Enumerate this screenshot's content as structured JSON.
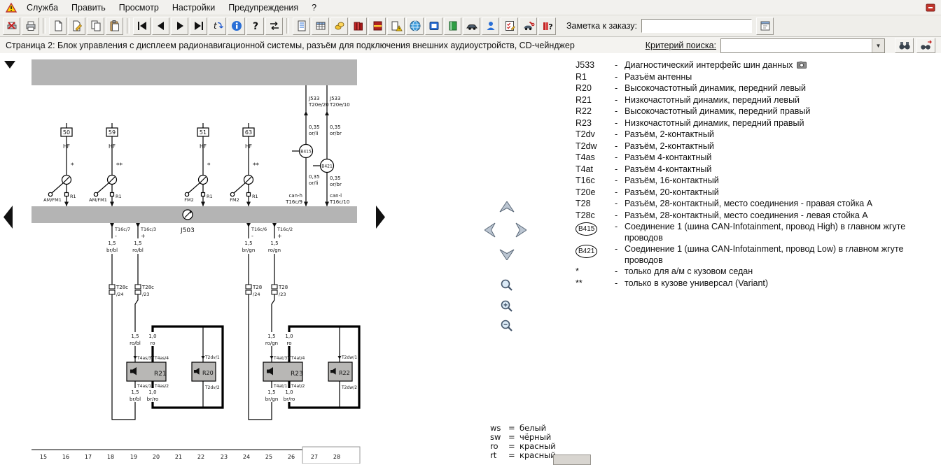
{
  "menu": {
    "items": [
      "Служба",
      "Править",
      "Просмотр",
      "Настройки",
      "Предупреждения",
      "?"
    ]
  },
  "toolbar": {
    "note_label": "Заметка к заказу:",
    "note_value": "",
    "button_icons": [
      "print-cancel",
      "print",
      "new-document",
      "edit-document",
      "copy",
      "paste",
      "nav-first",
      "nav-back",
      "nav-forward",
      "nav-last",
      "history",
      "info",
      "help",
      "swap-view",
      "document-view",
      "table-view",
      "costs",
      "manuals",
      "repair-group",
      "bulletins",
      "web",
      "systems",
      "service-book",
      "vehicle-data",
      "customer",
      "order-check",
      "workshop",
      "reference-books",
      "order-form"
    ]
  },
  "statusbar": {
    "page_text": "Страница 2: Блок управления с дисплеем радионавигационной системы, разъём для подключения внешних аудиоустройств, CD-чейнджер",
    "search_label": "Критерий поиска:",
    "search_value": ""
  },
  "legend": {
    "dash": "-",
    "rows": [
      {
        "code": "J533",
        "desc": "Диагностический интерфейс шин данных"
      },
      {
        "code": "R1",
        "desc": "Разъём антенны"
      },
      {
        "code": "R20",
        "desc": "Высокочастотный динамик, передний левый"
      },
      {
        "code": "R21",
        "desc": "Низкочастотный динамик, передний левый"
      },
      {
        "code": "R22",
        "desc": "Высокочастотный динамик, передний правый"
      },
      {
        "code": "R23",
        "desc": "Низкочастотный динамик, передний правый"
      },
      {
        "code": "T2dv",
        "desc": "Разъём, 2-контактный"
      },
      {
        "code": "T2dw",
        "desc": "Разъём, 2-контактный"
      },
      {
        "code": "T4as",
        "desc": "Разъём 4-контактный"
      },
      {
        "code": "T4at",
        "desc": "Разъём 4-контактный"
      },
      {
        "code": "T16c",
        "desc": "Разъём, 16-контактный"
      },
      {
        "code": "T20e",
        "desc": "Разъём, 20-контактный"
      },
      {
        "code": "T28",
        "desc": "Разъём, 28-контактный, место соединения - правая стойка А"
      },
      {
        "code": "T28c",
        "desc": "Разъём, 28-контактный, место соединения - левая стойка А"
      },
      {
        "code": "B415",
        "desc": "Соединение 1 (шина CAN-Infotainment, провод High) в главном жгуте проводов"
      },
      {
        "code": "B421",
        "desc": "Соединение 1 (шина CAN-Infotainment, провод Low) в главном жгуте проводов"
      },
      {
        "code": "*",
        "desc": "только для а/м с кузовом седан"
      },
      {
        "code": "**",
        "desc": "только в кузове универсал (Variant)"
      }
    ]
  },
  "color_key": {
    "eq": "=",
    "rows": [
      {
        "abbr": "ws",
        "name": "белый"
      },
      {
        "abbr": "sw",
        "name": "чёрный"
      },
      {
        "abbr": "ro",
        "name": "красный"
      },
      {
        "abbr": "rt",
        "name": "красный"
      }
    ]
  },
  "diagram": {
    "can_a": {
      "ref": "J533",
      "pin_top": "T20e/20",
      "gauge1": "0,35",
      "color1": "or/li",
      "junction": "B415",
      "gauge2": "0,35",
      "color2": "or/li",
      "signal": "can-h",
      "pin_bot": "T16c/9"
    },
    "can_b": {
      "ref": "J533",
      "pin_top": "T20e/10",
      "gauge1": "0,35",
      "color1": "or/br",
      "junction": "B421",
      "gauge2": "0,35",
      "color2": "or/br",
      "signal": "can-l",
      "pin_bot": "T16c/10"
    },
    "antennas": [
      {
        "num": "50",
        "type": "HF",
        "mark": "*",
        "tap": "AM/FM1",
        "conn": "R1"
      },
      {
        "num": "59",
        "type": "HF",
        "mark": "**",
        "tap": "AM/FM1",
        "conn": "R1"
      },
      {
        "num": "51",
        "type": "HF",
        "mark": "*",
        "tap": "FM2",
        "conn": "R1"
      },
      {
        "num": "63",
        "type": "HF",
        "mark": "**",
        "tap": "FM2",
        "conn": "R1"
      }
    ],
    "control_unit": "J503",
    "outputs": [
      {
        "pin": "T16c/7",
        "sign": "-",
        "gauge": "1,5",
        "color": "br/bl",
        "conn": "T28c",
        "cpin": "/24"
      },
      {
        "pin": "T16c/3",
        "sign": "+",
        "gauge": "1,5",
        "color": "ro/bl",
        "conn": "T28c",
        "cpin": "/23"
      },
      {
        "pin": "T16c/6",
        "sign": "-",
        "gauge": "1,5",
        "color": "br/gn",
        "conn": "T28",
        "cpin": "/24"
      },
      {
        "pin": "T16c/2",
        "sign": "+",
        "gauge": "1,5",
        "color": "ro/gn",
        "conn": "T28",
        "cpin": "/23"
      }
    ],
    "left": {
      "feed_gauge": "1,5",
      "feed_color": "ro/bl",
      "tap_gauge": "1,0",
      "tap_color": "ro",
      "ret_gauge": "1,5",
      "ret_color": "br/bl",
      "tapret_gauge": "1,0",
      "tapret_color": "br/ro",
      "woofer": "R21",
      "tweeter": "R20",
      "w_tl": "T4as/3",
      "w_tr": "T4as/4",
      "w_bl": "T4as/1",
      "w_br": "T4as/2",
      "t_top": "T2dv/1",
      "t_bot": "T2dv/2"
    },
    "right": {
      "feed_gauge": "1,5",
      "feed_color": "ro/gn",
      "tap_gauge": "1,0",
      "tap_color": "ro",
      "ret_gauge": "1,5",
      "ret_color": "br/gn",
      "tapret_gauge": "1,0",
      "tapret_color": "br/ro",
      "woofer": "R23",
      "tweeter": "R22",
      "w_tl": "T4at/3",
      "w_tr": "T4at/4",
      "w_bl": "T4at/1",
      "w_br": "T4at/2",
      "t_top": "T2dw/1",
      "t_bot": "T2dw/2"
    },
    "ruler": [
      "15",
      "16",
      "17",
      "18",
      "19",
      "20",
      "21",
      "22",
      "23",
      "24",
      "25",
      "26",
      "27",
      "28"
    ]
  },
  "colors": {
    "accent_blue": "#2a6fd6",
    "warning_yellow": "#ffd400",
    "alert_red": "#c3342b",
    "diagram_gray": "#b4b4b4"
  }
}
